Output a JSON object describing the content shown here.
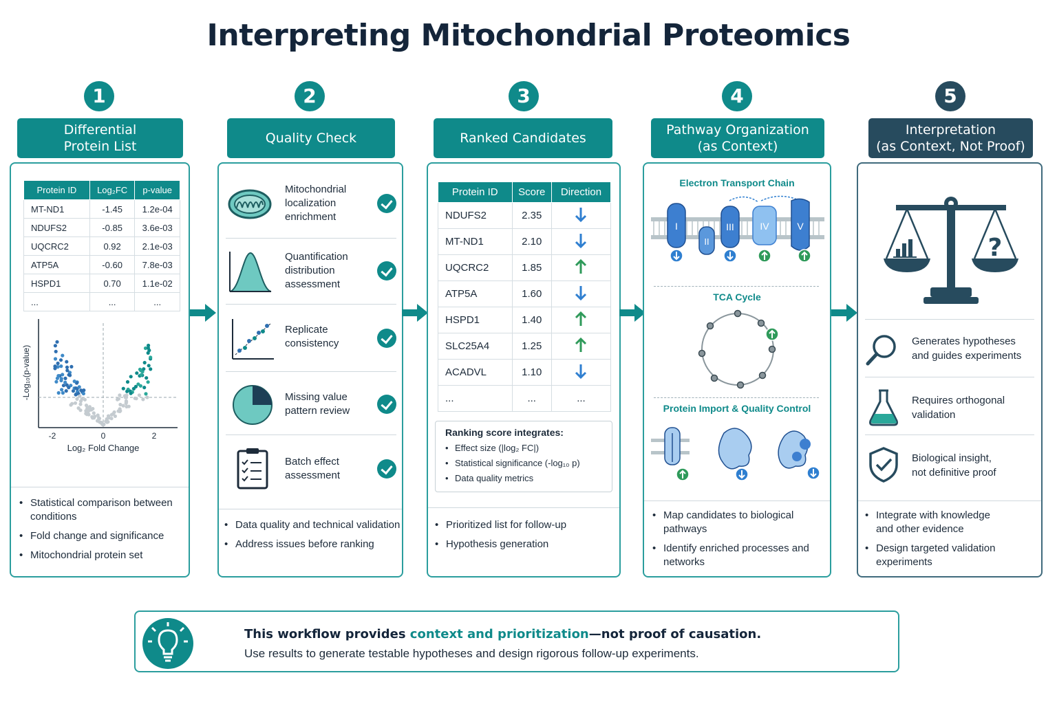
{
  "title": "Interpreting Mitochondrial Proteomics",
  "steps": [
    {
      "num": "1",
      "title_line1": "Differential",
      "title_line2": "Protein List"
    },
    {
      "num": "2",
      "title_line1": "Quality Check",
      "title_line2": ""
    },
    {
      "num": "3",
      "title_line1": "Ranked Candidates",
      "title_line2": ""
    },
    {
      "num": "4",
      "title_line1": "Pathway Organization",
      "title_line2": "(as Context)"
    },
    {
      "num": "5",
      "title_line1": "Interpretation",
      "title_line2": "(as Context, Not Proof)"
    }
  ],
  "step1": {
    "table_headers": [
      "Protein ID",
      "Log₂FC",
      "p-value"
    ],
    "rows": [
      [
        "MT-ND1",
        "-1.45",
        "1.2e-04"
      ],
      [
        "NDUFS2",
        "-0.85",
        "3.6e-03"
      ],
      [
        "UQCRC2",
        "0.92",
        "2.1e-03"
      ],
      [
        "ATP5A",
        "-0.60",
        "7.8e-03"
      ],
      [
        "HSPD1",
        "0.70",
        "1.1e-02"
      ],
      [
        "...",
        "...",
        "..."
      ]
    ],
    "volcano": {
      "ylabel": "-Log₁₀(p-value)",
      "xlabel": "Log₂ Fold Change",
      "xticks": [
        "-2",
        "0",
        "2"
      ]
    },
    "bullets": [
      "Statistical comparison between conditions",
      "Fold change and significance",
      "Mitochondrial protein set"
    ]
  },
  "step2": {
    "checks": [
      {
        "label": "Mitochondrial localization enrichment",
        "icon": "mitochondrion-icon"
      },
      {
        "label": "Quantification distribution assessment",
        "icon": "distribution-curve-icon"
      },
      {
        "label": "Replicate consistency",
        "icon": "scatter-plot-icon"
      },
      {
        "label": "Missing value pattern review",
        "icon": "pie-chart-icon"
      },
      {
        "label": "Batch effect assessment",
        "icon": "clipboard-checklist-icon"
      }
    ],
    "bullets": [
      "Data quality and technical validation",
      "Address issues before ranking"
    ]
  },
  "step3": {
    "table_headers": [
      "Protein ID",
      "Score",
      "Direction"
    ],
    "rows": [
      {
        "id": "NDUFS2",
        "score": "2.35",
        "dir": "down"
      },
      {
        "id": "MT-ND1",
        "score": "2.10",
        "dir": "down"
      },
      {
        "id": "UQCRC2",
        "score": "1.85",
        "dir": "up"
      },
      {
        "id": "ATP5A",
        "score": "1.60",
        "dir": "down"
      },
      {
        "id": "HSPD1",
        "score": "1.40",
        "dir": "up"
      },
      {
        "id": "SLC25A4",
        "score": "1.25",
        "dir": "up"
      },
      {
        "id": "ACADVL",
        "score": "1.10",
        "dir": "down"
      },
      {
        "id": "...",
        "score": "...",
        "dir": "..."
      }
    ],
    "ranking_title": "Ranking score integrates:",
    "ranking_items": [
      "Effect size (|log₂ FC|)",
      "Statistical significance (-log₁₀ p)",
      "Data quality metrics"
    ],
    "bullets": [
      "Prioritized list for follow-up",
      "Hypothesis generation"
    ]
  },
  "step4": {
    "etc_title": "Electron Transport Chain",
    "complexes": [
      "I",
      "II",
      "III",
      "IV",
      "V"
    ],
    "tca_title": "TCA Cycle",
    "import_title": "Protein Import & Quality Control",
    "bullets": [
      "Map candidates to biological pathways",
      "Identify enriched processes and networks"
    ]
  },
  "step5": {
    "items": [
      {
        "label_line1": "Generates hypotheses",
        "label_line2": "and guides experiments",
        "icon": "magnifier-icon"
      },
      {
        "label_line1": "Requires orthogonal",
        "label_line2": "validation",
        "icon": "flask-icon"
      },
      {
        "label_line1": "Biological insight,",
        "label_line2": "not definitive proof",
        "icon": "shield-check-icon"
      }
    ],
    "bullets": [
      "Integrate with knowledge and other evidence",
      "Design targeted validation experiments"
    ]
  },
  "footer": {
    "line1_part1": "This workflow provides ",
    "line1_highlight": "context and prioritization",
    "line1_part2": "—not proof of causation.",
    "line2": "Use results to generate testable hypotheses and design rigorous follow-up experiments."
  },
  "colors": {
    "teal": "#0f8a8a",
    "dark_slate": "#274b5e",
    "blue": "#2f7fd0",
    "green": "#2f9a5a"
  }
}
